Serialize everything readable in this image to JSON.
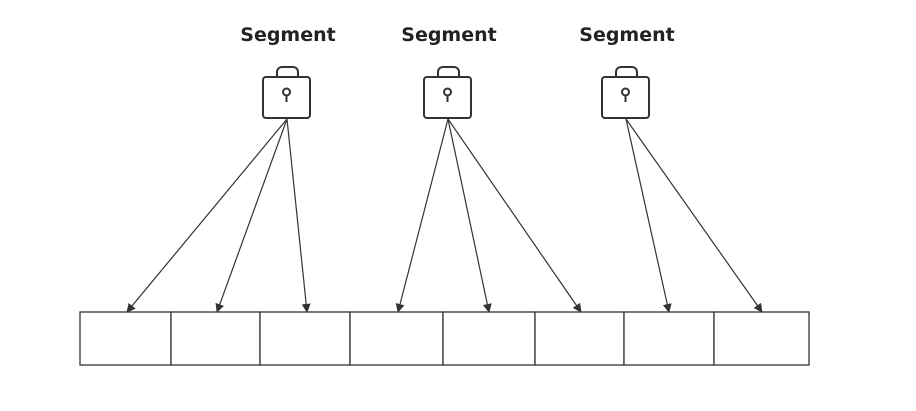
{
  "segments": [
    {
      "label": "Segment",
      "icon": "lock-icon",
      "targets": [
        0,
        1,
        2
      ]
    },
    {
      "label": "Segment",
      "icon": "lock-icon",
      "targets": [
        3,
        4,
        5
      ]
    },
    {
      "label": "Segment",
      "icon": "lock-icon",
      "targets": [
        6,
        7
      ]
    }
  ],
  "array": {
    "cell_count": 8
  },
  "colors": {
    "stroke": "#333333",
    "text": "#222222"
  }
}
